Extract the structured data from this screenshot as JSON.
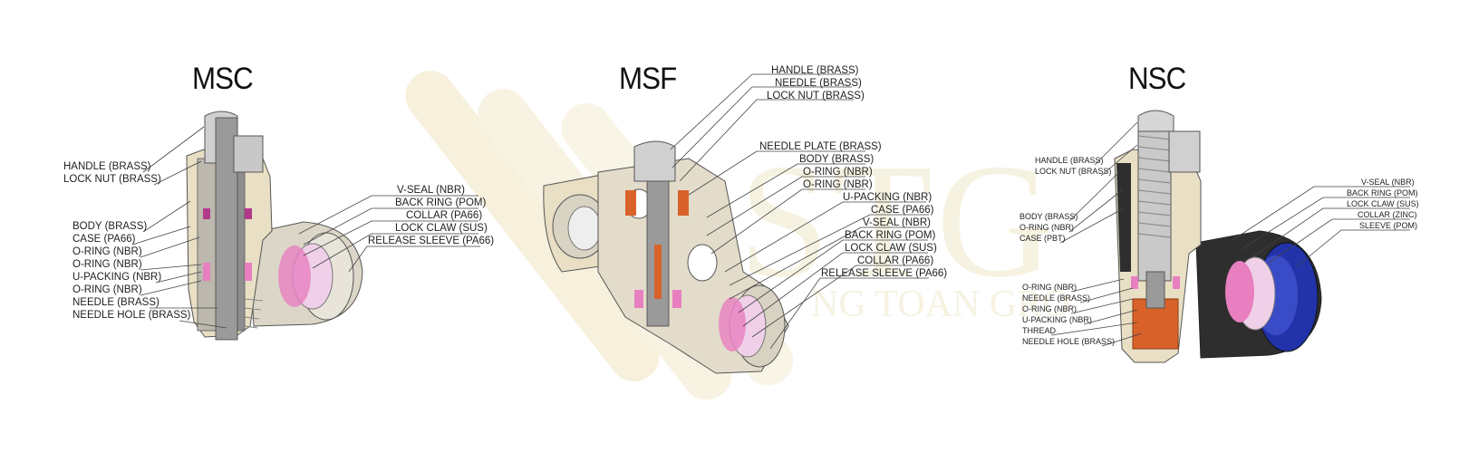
{
  "watermark": {
    "logo_text": "STG",
    "company_text": "NG TOAN GRO"
  },
  "products": [
    {
      "title": "MSC",
      "labels_left": [
        "HANDLE (BRASS)",
        "LOCK NUT (BRASS)",
        "BODY (BRASS)",
        "CASE (PA66)",
        "O-RING (NBR)",
        "O-RING (NBR)",
        "U-PACKING (NBR)",
        "O-RING (NBR)",
        "NEEDLE (BRASS)",
        "NEEDLE HOLE (BRASS)"
      ],
      "labels_right": [
        "V-SEAL (NBR)",
        "BACK RING (POM)",
        "COLLAR (PA66)",
        "LOCK CLAW (SUS)",
        "RELEASE SLEEVE (PA66)"
      ]
    },
    {
      "title": "MSF",
      "labels_right_top": [
        "HANDLE (BRASS)",
        "NEEDLE (BRASS)",
        "LOCK NUT (BRASS)"
      ],
      "labels_right": [
        "NEEDLE PLATE (BRASS)",
        "BODY (BRASS)",
        "O-RING (NBR)",
        "O-RING (NBR)",
        "U-PACKING (NBR)",
        "CASE (PA66)",
        "V-SEAL (NBR)",
        "BACK RING (POM)",
        "LOCK CLAW (SUS)",
        "COLLAR (PA66)",
        "RELEASE SLEEVE (PA66)"
      ]
    },
    {
      "title": "NSC",
      "labels_left_top": [
        "HANDLE (BRASS)",
        "LOCK NUT (BRASS)"
      ],
      "labels_left_mid": [
        "BODY (BRASS)",
        "O-RING (NBR)",
        "CASE (PBT)"
      ],
      "labels_left_bottom": [
        "O-RING (NBR)",
        "NEEDLE (BRASS)",
        "O-RING (NBR)",
        "U-PACKING (NBR)",
        "THREAD",
        "NEEDLE HOLE (BRASS)"
      ],
      "labels_right": [
        "V-SEAL (NBR)",
        "BACK RING (POM)",
        "LOCK CLAW (SUS)",
        "COLLAR (ZINC)",
        "SLEEVE (POM)"
      ]
    }
  ],
  "colors": {
    "body_beige": "#e8dfc4",
    "steel": "#9a9a9a",
    "seal_pink": "#e77fc0",
    "copper": "#d9622b",
    "dark_case": "#2e2e2e",
    "sleeve_blue": "#2233aa",
    "watermark": "#efe6c4"
  }
}
